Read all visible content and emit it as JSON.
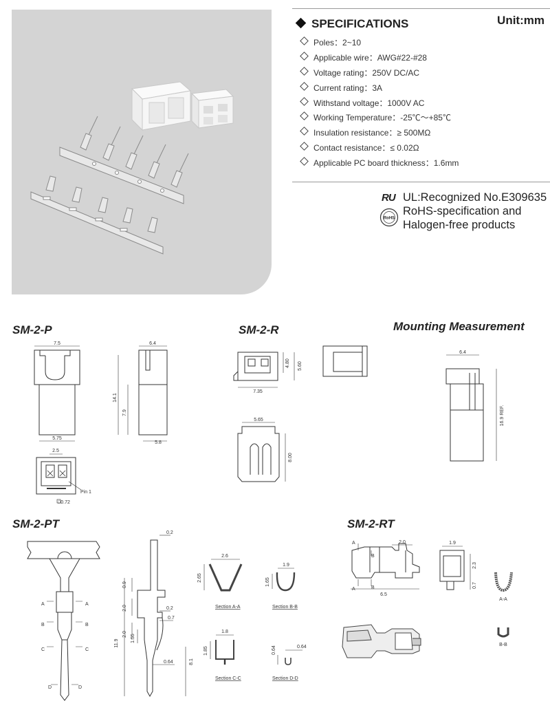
{
  "unit": "Unit:mm",
  "specifications": {
    "title": "SPECIFICATIONS",
    "items": [
      "Poles：2~10",
      "Applicable wire：AWG#22-#28",
      "Voltage rating：250V DC/AC",
      "Current rating：3A",
      "Withstand voltage：1000V AC",
      "Working Temperature：-25℃～+85℃",
      "Insulation resistance：≥ 500MΩ",
      "Contact resistance：≤ 0.02Ω",
      "Applicable PC board thickness：1.6mm"
    ]
  },
  "certifications": {
    "ul_mark": "RU",
    "ul": "UL:Recognized No.E309635",
    "rohs_line1": "RoHS-specification and",
    "rohs_line2": "Halogen-free products",
    "seal_text": "RoHS"
  },
  "sections": {
    "sm2p": "SM-2-P",
    "sm2r": "SM-2-R",
    "mounting": "Mounting Measurement",
    "sm2pt": "SM-2-PT",
    "sm2rt": "SM-2-RT"
  },
  "dims": {
    "p": {
      "w_top": "7.5",
      "w_side": "6.4",
      "h_total": "14.1",
      "h_lower": "7.9",
      "w_bot": "5.75",
      "w_side_bot": "5.8",
      "pitch": "2.5",
      "pin_label": "Pin 1",
      "pin_size": "□0.72"
    },
    "r": {
      "h1": "4.80",
      "h2": "5.60",
      "w": "7.35",
      "w_top": "5.65",
      "h": "8.00"
    },
    "mount": {
      "w": "6.4",
      "h": "16.9 REF."
    },
    "pt": {
      "t1": "0.2",
      "d1": "0.9",
      "d2": "2.0",
      "d3": "0.2",
      "d4": "0.7",
      "d5": "2.0",
      "d6": "1.55",
      "total": "11.9",
      "d7": "0.64",
      "d8": "8.1",
      "a": "A",
      "b": "B",
      "c": "C",
      "d": "D",
      "secA_w": "2.6",
      "secA_h": "2.65",
      "secA_label": "Section A-A",
      "secB_w": "1.9",
      "secB_h": "1.65",
      "secB_label": "Section B-B",
      "secC_w": "1.8",
      "secC_h": "1.85",
      "secC_label": "Section C-C",
      "secD_h": "0.64",
      "secD_w": "0.64",
      "secD_label": "Section D-D"
    },
    "rt": {
      "w1": "2.0",
      "w2": "1.9",
      "total": "6.5",
      "h1": "2.3",
      "h2": "0.7",
      "a": "A",
      "b": "B",
      "aa": "A-A",
      "bb": "B-B"
    }
  }
}
